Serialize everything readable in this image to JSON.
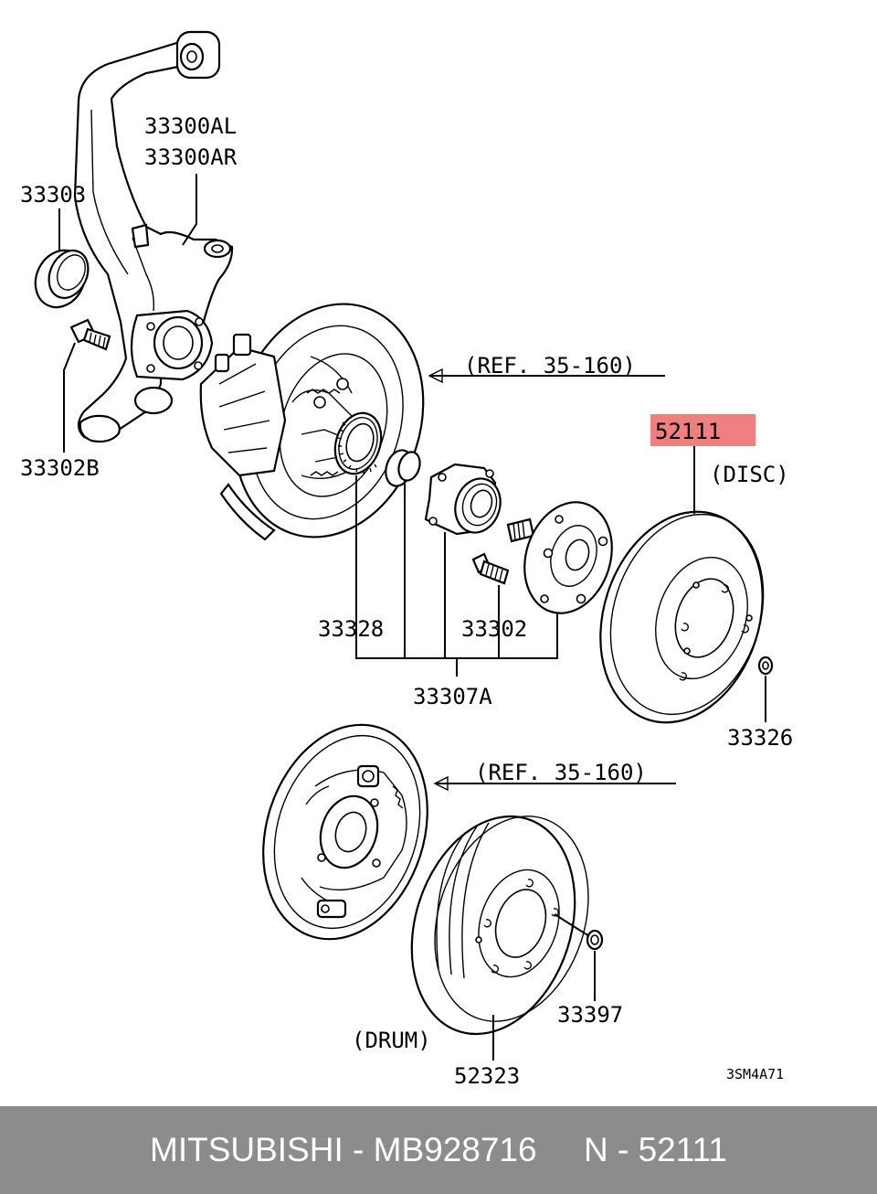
{
  "labels": {
    "knuckle_l": "33300AL",
    "knuckle_r": "33300AR",
    "cap": "33303",
    "bolt_b": "33302B",
    "ref_top": "(REF. 35-160)",
    "highlight": "52111",
    "disc": "(DISC)",
    "ring": "33328",
    "bolt": "33302",
    "assembly": "33307A",
    "nut_disc": "33326",
    "ref_bottom": "(REF. 35-160)",
    "nut_drum": "33397",
    "drum": "(DRUM)",
    "drum_part": "52323",
    "code": "3SM4A71"
  },
  "footer": {
    "text": "MITSUBISHI - MB928716     N - 52111"
  },
  "colors": {
    "highlight": "#f08080",
    "footer_bg": "#8c8c8c",
    "footer_text": "#ffffff"
  }
}
